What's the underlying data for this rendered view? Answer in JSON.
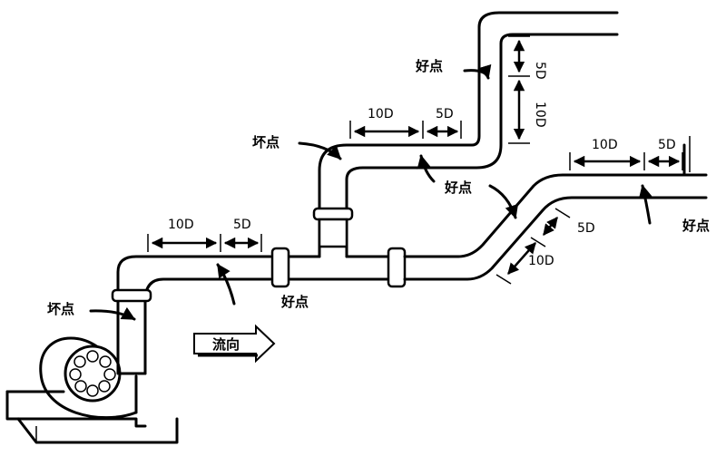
{
  "labels": {
    "good": "好点",
    "bad": "坏点",
    "flow": "流向"
  },
  "dims": {
    "ten_d": "10D",
    "five_d": "5D"
  }
}
